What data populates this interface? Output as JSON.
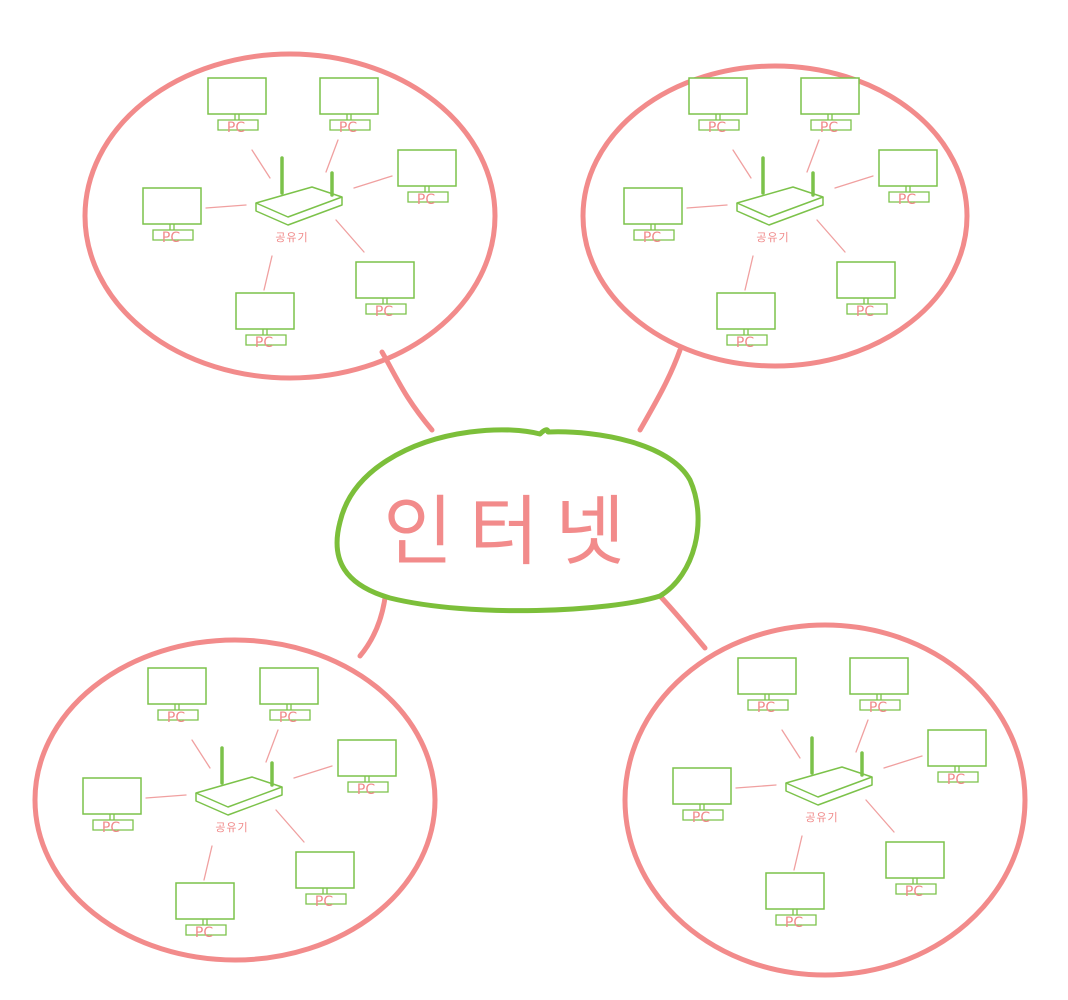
{
  "center_label": "인터넷",
  "router_label": "공유기",
  "pc_label": "PC",
  "colors": {
    "cluster_outline": "#f28b8b",
    "center_outline": "#7cbf3a",
    "device_stroke": "#7cc24a",
    "link_stroke": "#f0a0a0",
    "label_text": "#f08a8a"
  },
  "networks": [
    {
      "name": "network-top-left",
      "router": {
        "label": "공유기"
      },
      "pcs": [
        "PC",
        "PC",
        "PC",
        "PC",
        "PC",
        "PC"
      ]
    },
    {
      "name": "network-top-right",
      "router": {
        "label": "공유기"
      },
      "pcs": [
        "PC",
        "PC",
        "PC",
        "PC",
        "PC",
        "PC"
      ]
    },
    {
      "name": "network-bottom-left",
      "router": {
        "label": "공유기"
      },
      "pcs": [
        "PC",
        "PC",
        "PC",
        "PC",
        "PC",
        "PC"
      ]
    },
    {
      "name": "network-bottom-right",
      "router": {
        "label": "공유기"
      },
      "pcs": [
        "PC",
        "PC",
        "PC",
        "PC",
        "PC",
        "PC"
      ]
    }
  ]
}
